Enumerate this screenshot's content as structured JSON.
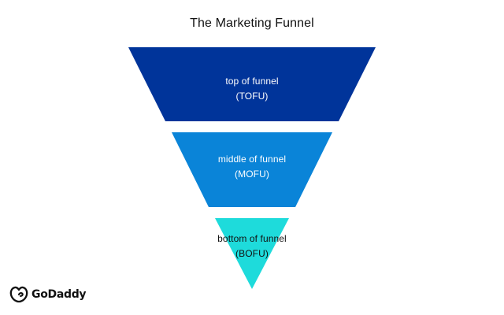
{
  "title": "The Marketing Funnel",
  "stages": [
    {
      "name": "top of funnel",
      "abbr": "(TOFU)",
      "color": "#00349A",
      "text_color": "#FFFFFF"
    },
    {
      "name": "middle of funnel",
      "abbr": "(MOFU)",
      "color": "#0A84D8",
      "text_color": "#FFFFFF"
    },
    {
      "name": "bottom of funnel",
      "abbr": "(BOFU)",
      "color": "#1EDBDB",
      "text_color": "#111111"
    }
  ],
  "logo": {
    "text": "GoDaddy",
    "icon": "godaddy-logo-icon"
  }
}
